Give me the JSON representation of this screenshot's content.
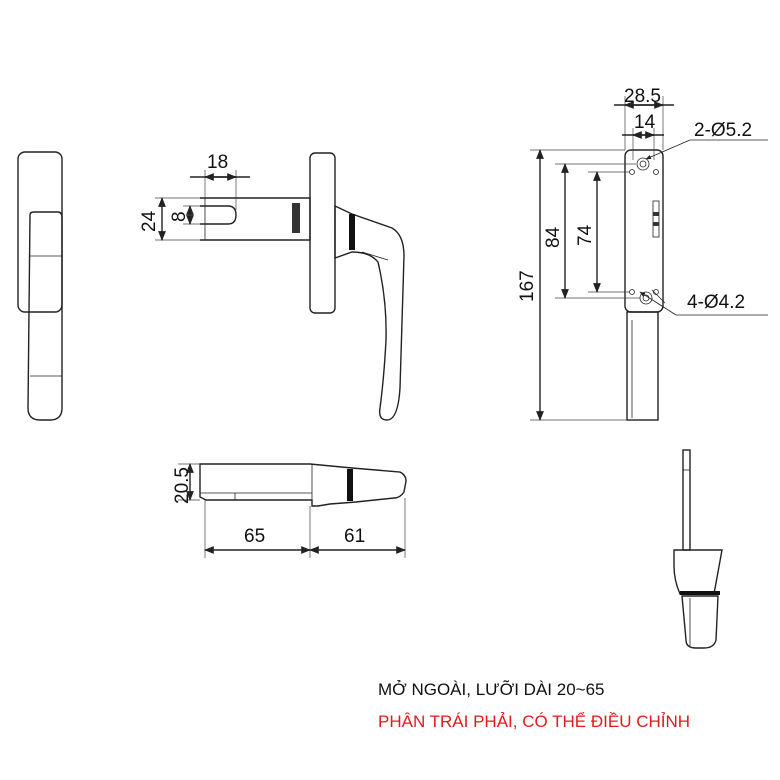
{
  "dimensions": {
    "d18": "18",
    "d24": "24",
    "d8": "8",
    "d28_5": "28.5",
    "d14": "14",
    "hole_top": "2-Ø5.2",
    "hole_bottom": "4-Ø4.2",
    "d84": "84",
    "d74": "74",
    "d167": "167",
    "d20_5": "20.5",
    "d65": "65",
    "d61": "61"
  },
  "notes": {
    "line1": "MỞ NGOÀI, LƯỠI DÀI 20~65",
    "line2": "PHÂN TRÁI PHẢI, CÓ THỂ ĐIỀU CHỈNH"
  },
  "colors": {
    "line": "#222222",
    "note_red": "#e31b1b"
  }
}
